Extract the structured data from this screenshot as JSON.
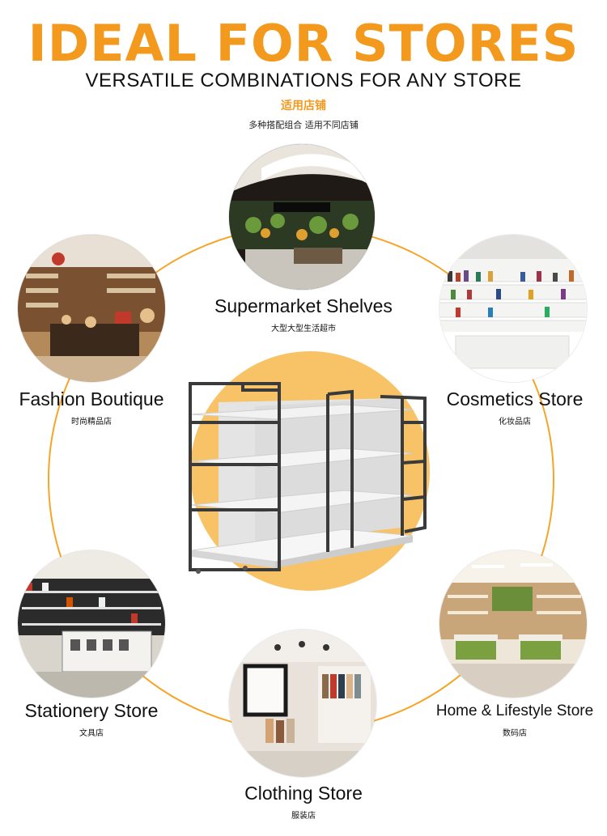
{
  "header": {
    "title": "IDEAL FOR STORES",
    "subtitle": "VERSATILE COMBINATIONS FOR ANY STORE",
    "title_cn": "适用店铺",
    "subtitle_cn": "多种搭配组合  适用不同店铺"
  },
  "colors": {
    "accent": "#f39a1e",
    "ring": "#f4a52a",
    "center_circle": "#f8c366",
    "shelf_frame": "#3a3a3a",
    "shelf_board": "#ececec"
  },
  "stores": [
    {
      "id": "supermarket",
      "label": "Supermarket Shelves",
      "label_cn": "大型大型生活超市",
      "icon": "supermarket-photo"
    },
    {
      "id": "fashion",
      "label": "Fashion Boutique",
      "label_cn": "时尚精品店",
      "icon": "fashion-boutique-photo"
    },
    {
      "id": "cosmetics",
      "label": "Cosmetics Store",
      "label_cn": "化妆品店",
      "icon": "cosmetics-store-photo"
    },
    {
      "id": "stationery",
      "label": "Stationery Store",
      "label_cn": "文具店",
      "icon": "stationery-store-photo"
    },
    {
      "id": "home",
      "label": "Home & Lifestyle Store",
      "label_cn": "数码店",
      "icon": "home-lifestyle-photo"
    },
    {
      "id": "clothing",
      "label": "Clothing Store",
      "label_cn": "服装店",
      "icon": "clothing-store-photo"
    }
  ],
  "center_product": {
    "icon": "display-shelf-icon"
  }
}
